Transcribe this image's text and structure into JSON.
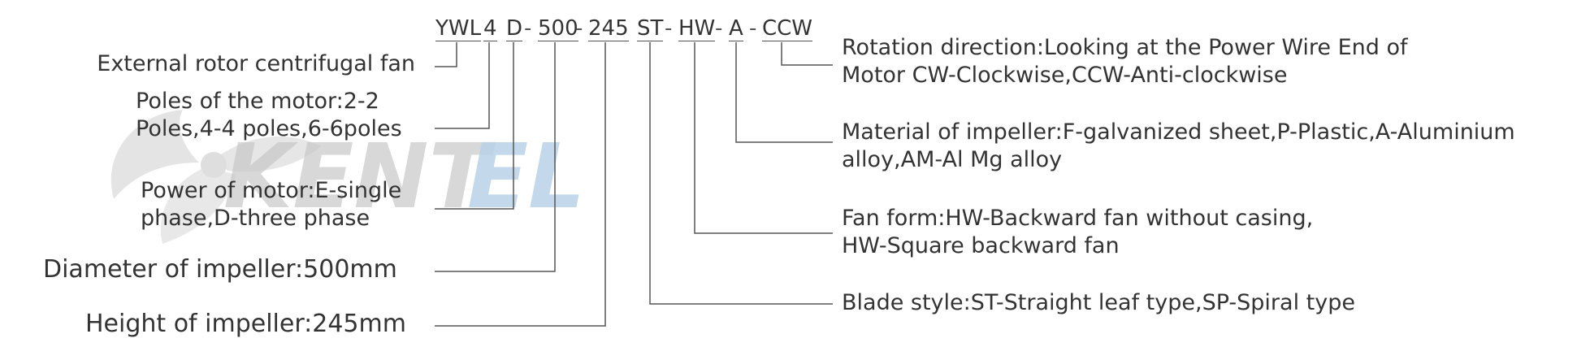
{
  "model_code": {
    "parts": [
      {
        "id": "series",
        "text": "YWL"
      },
      {
        "id": "poles",
        "text": "4"
      },
      {
        "id": "power",
        "text": "D"
      },
      {
        "id": "diameter",
        "text": "500"
      },
      {
        "id": "height",
        "text": "245"
      },
      {
        "id": "blade",
        "text": "ST"
      },
      {
        "id": "form",
        "text": "HW"
      },
      {
        "id": "material",
        "text": "A"
      },
      {
        "id": "rotation",
        "text": "CCW"
      }
    ],
    "separator": "-"
  },
  "left_labels": {
    "series": [
      "External rotor centrifugal fan"
    ],
    "poles": [
      "Poles of the motor:2-2",
      "Poles,4-4 poles,6-6poles"
    ],
    "power": [
      "Power of motor:E-single",
      "phase,D-three phase"
    ],
    "diameter": [
      "Diameter of impeller:500mm"
    ],
    "height": [
      "Height of impeller:245mm"
    ]
  },
  "right_labels": {
    "rotation": [
      "Rotation direction:Looking at the Power Wire End of",
      "Motor CW-Clockwise,CCW-Anti-clockwise"
    ],
    "material": [
      "Material of impeller:F-galvanized sheet,P-Plastic,A-Aluminium",
      "alloy,AM-Al Mg alloy"
    ],
    "form": [
      "Fan form:HW-Backward fan without casing,",
      "HW-Square backward fan"
    ],
    "blade": [
      "Blade style:ST-Straight leaf type,SP-Spiral type"
    ]
  },
  "watermark": {
    "text": "KENTEL",
    "gray": "#c8c8c8",
    "blue": "#b9d3e8"
  },
  "colors": {
    "text": "#333333",
    "line": "#555555"
  }
}
